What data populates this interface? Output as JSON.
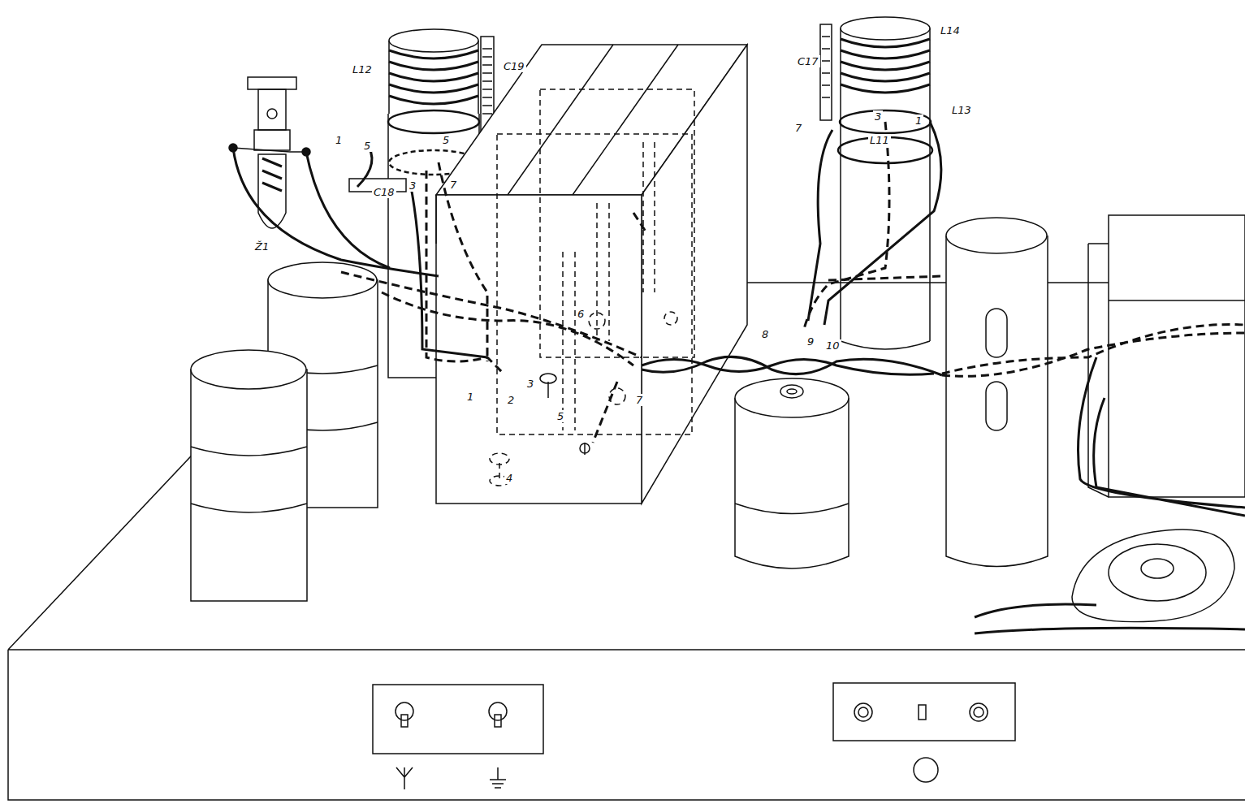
{
  "diagram": {
    "labels": [
      "L14",
      "L12",
      "C19",
      "C17",
      "3",
      "1",
      "L13",
      "7",
      "L11",
      "1",
      "5",
      "5",
      "C18",
      "3",
      "7",
      "Ž1",
      "6",
      "8",
      "9",
      "10",
      "3",
      "1",
      "2",
      "5",
      "7",
      "4"
    ]
  }
}
